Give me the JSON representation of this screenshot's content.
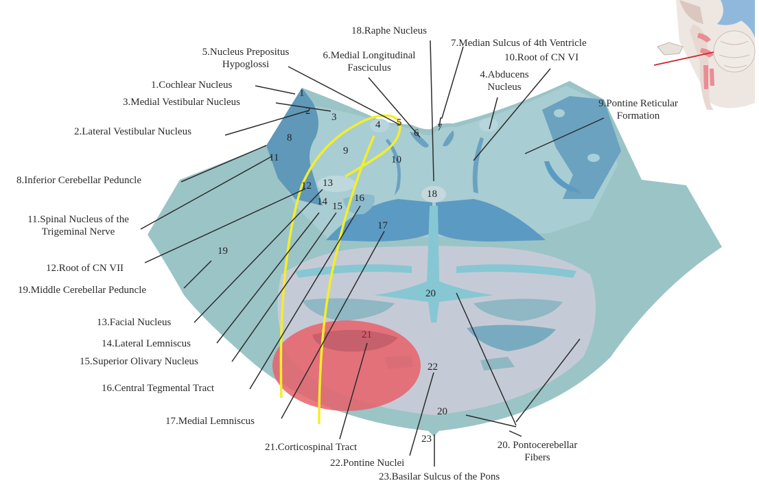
{
  "title": "Cross-section of the caudal pons",
  "colors": {
    "pons_outer": "#9bc4c6",
    "tegmentum": "#a8cdd3",
    "dark_blue": "#5a95b8",
    "mid_blue": "#6fa7c6",
    "basilar_grey": "#c5cbd6",
    "fiber_cyan": "#86c7d3",
    "corticospinal_highlight": "#e8626a",
    "yellow_trace": "#f4ee2a",
    "leader_line": "#2b2b2b"
  },
  "labels": {
    "l1": "1.Cochlear Nucleus",
    "l2": "2.Lateral Vestibular Nucleus",
    "l3": "3.Medial Vestibular Nucleus",
    "l4a": "4.Abducens",
    "l4b": "Nucleus",
    "l5a": "5.Nucleus Prepositus",
    "l5b": "Hypoglossi",
    "l6a": "6.Medial Longitudinal",
    "l6b": "Fasciculus",
    "l7": "7.Median Sulcus of 4th Ventricle",
    "l8": "8.Inferior Cerebellar Peduncle",
    "l9a": "9.Pontine Reticular",
    "l9b": "Formation",
    "l10": "10.Root of CN VI",
    "l11a": "11.Spinal Nucleus of the",
    "l11b": "Trigeminal Nerve",
    "l12": "12.Root of CN VII",
    "l13": "13.Facial Nucleus",
    "l14": "14.Lateral Lemniscus",
    "l15": "15.Superior Olivary Nucleus",
    "l16": "16.Central Tegmental Tract",
    "l17": "17.Medial Lemniscus",
    "l18": "18.Raphe Nucleus",
    "l19": "19.Middle Cerebellar Peduncle",
    "l20a": "20. Pontocerebellar",
    "l20b": "Fibers",
    "l21": "21.Corticospinal Tract",
    "l22": "22.Pontine Nuclei",
    "l23": "23.Basilar Sulcus of the Pons"
  },
  "numbers": {
    "n1": "1",
    "n2": "2",
    "n3": "3",
    "n4": "4",
    "n5": "5",
    "n6": "6",
    "n7": "7",
    "n8": "8",
    "n9": "9",
    "n10": "10",
    "n11": "11",
    "n12": "12",
    "n13": "13",
    "n14": "14",
    "n15": "15",
    "n16": "16",
    "n17": "17",
    "n18": "18",
    "n19": "19",
    "n20a": "20",
    "n20b": "20",
    "n21": "21",
    "n22": "22",
    "n23": "23"
  },
  "inset": {
    "icon": "sagittal-brainstem-inset-icon"
  }
}
